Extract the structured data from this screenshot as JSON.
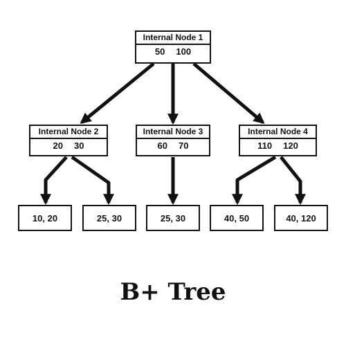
{
  "internal_nodes": [
    {
      "title": "Internal Node 1",
      "keys": [
        "50",
        "100"
      ]
    },
    {
      "title": "Internal Node 2",
      "keys": [
        "20",
        "30"
      ]
    },
    {
      "title": "Internal Node 3",
      "keys": [
        "60",
        "70"
      ]
    },
    {
      "title": "Internal Node 4",
      "keys": [
        "110",
        "120"
      ]
    }
  ],
  "leaf_nodes": [
    "10, 20",
    "25, 30",
    "25, 30",
    "40, 50",
    "40, 120"
  ],
  "caption": "B+ Tree"
}
